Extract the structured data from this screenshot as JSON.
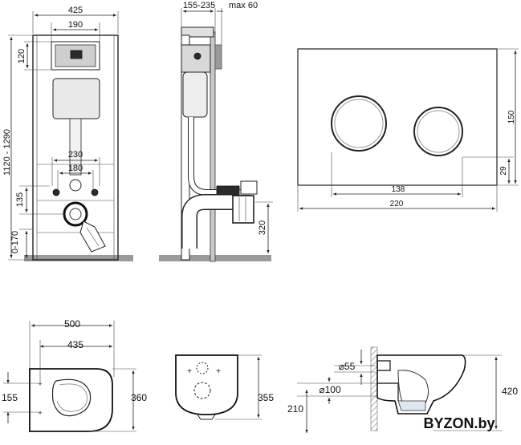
{
  "installation_frame_front": {
    "dim_width": "425",
    "dim_plate_width": "190",
    "dim_height": "1120 - 1290",
    "dim_plate_height": "120",
    "dim_anchor_spacing": "230",
    "dim_pipe_spacing": "180",
    "dim_outlet_height": "135",
    "dim_leg_adjust": "0-170"
  },
  "installation_frame_side": {
    "dim_depth": "155-235",
    "dim_max_offset": "max 60",
    "dim_outlet_level": "320"
  },
  "flush_plate": {
    "dim_button_span": "138",
    "dim_width": "220",
    "dim_height": "150",
    "dim_button_offset": "29"
  },
  "bowl_top": {
    "dim_total_width": "500",
    "dim_inner_width": "435",
    "dim_side_offset": "155",
    "dim_depth": "360"
  },
  "bowl_back": {
    "dim_height": "355"
  },
  "bowl_side": {
    "dim_inlet_diameter": "⌀55",
    "dim_outlet_diameter": "⌀100",
    "dim_height": "420",
    "dim_floor_level": "210"
  },
  "watermark": {
    "text": "BYZON.by",
    "color": "#1f86c8"
  }
}
